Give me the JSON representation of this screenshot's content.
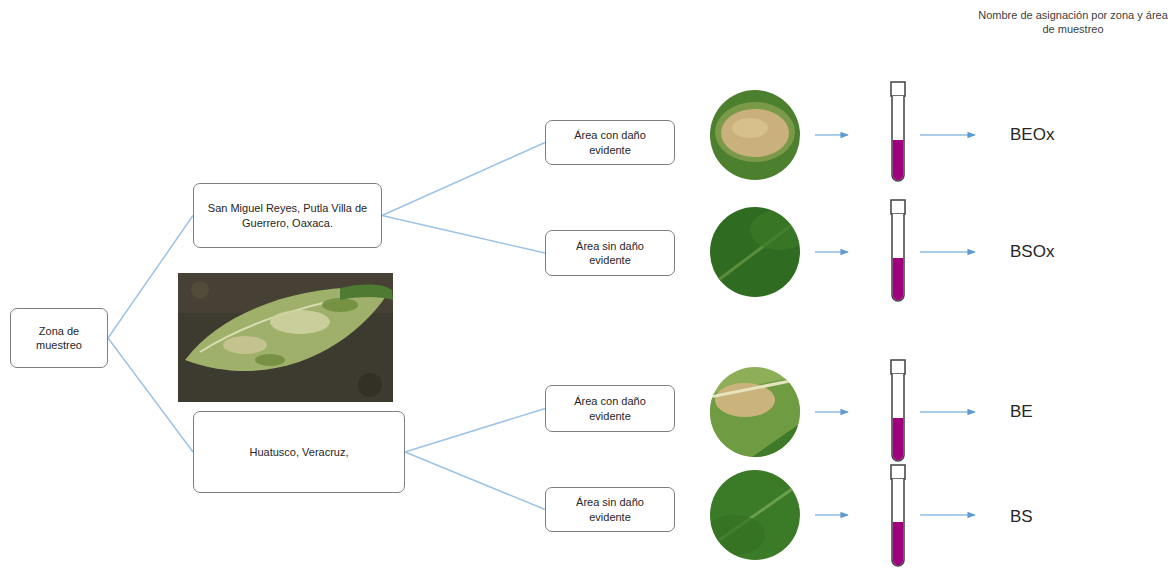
{
  "diagram": {
    "nodes": [
      {
        "text": [
          "Zona de muestreo"
        ]
      },
      {
        "text": [
          "San Miguel Reyes, Putla Villa de Guerrero, Oaxaca."
        ]
      },
      {
        "text": [
          "Huatusco, Veracruz,"
        ]
      },
      {
        "text": [
          "Área con daño evidente"
        ]
      },
      {
        "text": [
          "Área sin daño evidente"
        ]
      },
      {
        "text": [
          "Área con daño evidente"
        ]
      },
      {
        "text": [
          "Área sin daño evidente"
        ]
      }
    ],
    "edges": [
      {
        "from": 0,
        "to": 1,
        "arrow": "none"
      },
      {
        "from": 0,
        "to": 2,
        "arrow": "none"
      },
      {
        "from": 1,
        "to": 3,
        "arrow": "none"
      },
      {
        "from": 1,
        "to": 4,
        "arrow": "none"
      },
      {
        "from": 2,
        "to": 5,
        "arrow": "none"
      },
      {
        "from": 2,
        "to": 6,
        "arrow": "none"
      }
    ],
    "labels": [
      "Nombre de asignación por zona y área de muestreo",
      "BEOx",
      "BSOx",
      "BE",
      "BS"
    ]
  }
}
